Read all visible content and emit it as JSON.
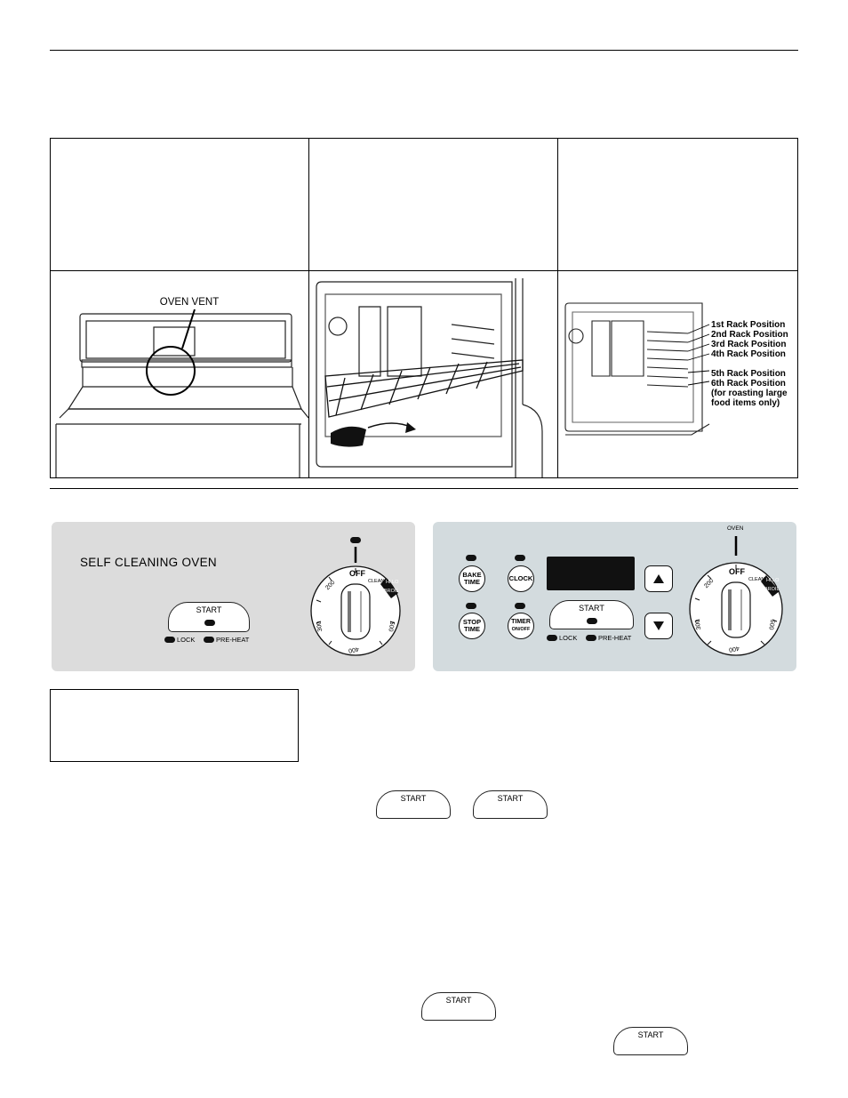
{
  "figure_vent": {
    "label": "OVEN VENT"
  },
  "figure_racks": {
    "positions": [
      "1st Rack Position",
      "2nd Rack Position",
      "3rd Rack Position",
      "4th Rack Position",
      "5th Rack Position",
      "6th Rack Position",
      "(for roasting large",
      "food items only)"
    ]
  },
  "panel_a": {
    "title": "SELF CLEANING OVEN",
    "start_label": "START",
    "lock_label": "LOCK",
    "preheat_label": "PRE-HEAT",
    "dial": {
      "off": "OFF",
      "clean": "CLEAN",
      "hi_lo": "HI LO",
      "broil": "BROIL",
      "ticks": [
        "200",
        "300",
        "400",
        "500"
      ]
    }
  },
  "panel_b": {
    "oven_label": "OVEN",
    "bake_time_1": "BAKE",
    "bake_time_2": "TIME",
    "clock": "CLOCK",
    "stop_time_1": "STOP",
    "stop_time_2": "TIME",
    "timer_1": "TIMER",
    "timer_2": "ON/OFF",
    "start_label": "START",
    "lock_label": "LOCK",
    "preheat_label": "PRE-HEAT",
    "up_icon": "up-arrow-icon",
    "down_icon": "down-arrow-icon",
    "dial": {
      "off": "OFF",
      "clean": "CLEAN",
      "hi_lo": "HI LO",
      "broil": "BROIL",
      "ticks": [
        "200",
        "300",
        "400",
        "500"
      ]
    }
  },
  "inline_buttons": {
    "start_1": "START",
    "start_2": "START",
    "start_3": "START",
    "start_4": "START"
  }
}
